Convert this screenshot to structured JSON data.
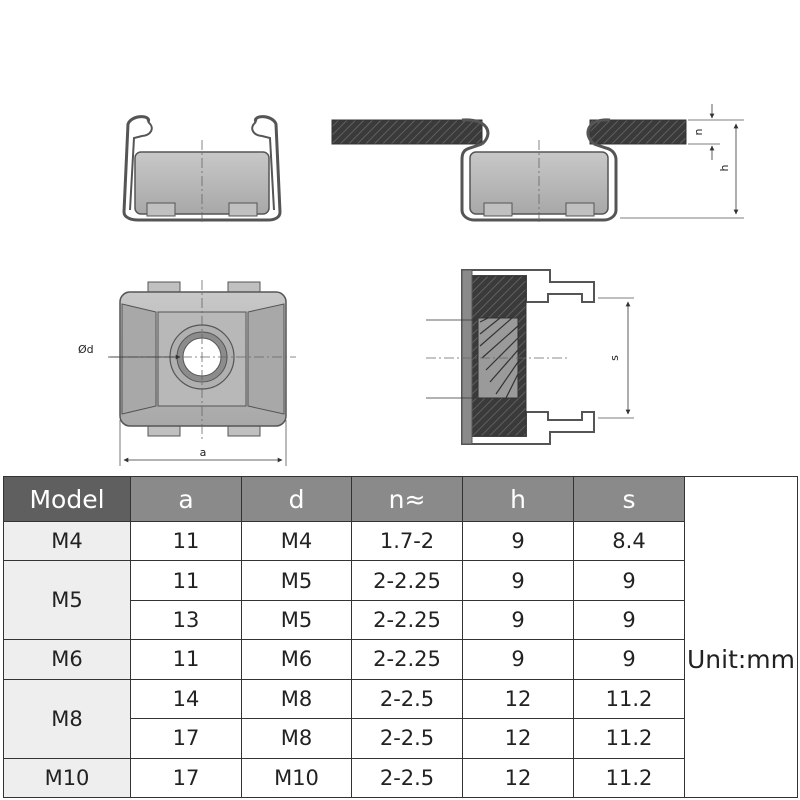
{
  "labels": {
    "n": "n",
    "h": "h",
    "d": "Ød",
    "a": "a",
    "s": "s"
  },
  "table": {
    "headers": [
      "Model",
      "a",
      "d",
      "n≈",
      "h",
      "s"
    ],
    "unit": "Unit:mm",
    "rows": [
      {
        "model": "M4",
        "a": "11",
        "d": "M4",
        "n": "1.7-2",
        "h": "9",
        "s": "8.4"
      },
      {
        "model": "M5",
        "a": "11",
        "d": "M5",
        "n": "2-2.25",
        "h": "9",
        "s": "9"
      },
      {
        "model": "",
        "a": "13",
        "d": "M5",
        "n": "2-2.25",
        "h": "9",
        "s": "9"
      },
      {
        "model": "M6",
        "a": "11",
        "d": "M6",
        "n": "2-2.25",
        "h": "9",
        "s": "9"
      },
      {
        "model": "M8",
        "a": "14",
        "d": "M8",
        "n": "2-2.5",
        "h": "12",
        "s": "11.2"
      },
      {
        "model": "",
        "a": "17",
        "d": "M8",
        "n": "2-2.5",
        "h": "12",
        "s": "11.2"
      },
      {
        "model": "M10",
        "a": "17",
        "d": "M10",
        "n": "2-2.5",
        "h": "12",
        "s": "11.2"
      }
    ]
  },
  "colors": {
    "header_model": "#5f5f5f",
    "header_other": "#8a8a8a",
    "nut_body": "#b4b4b4",
    "section_hatch": "#3a3a3a"
  }
}
